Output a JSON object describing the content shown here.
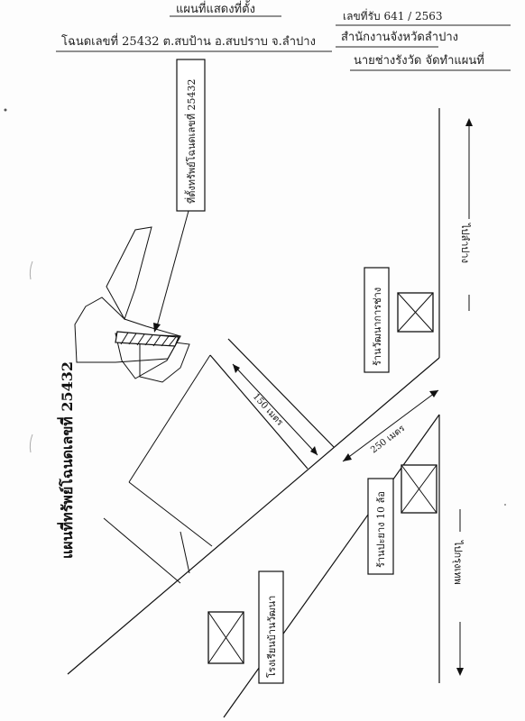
{
  "header": {
    "top_center": "แผนที่แสดงที่ตั้ง",
    "top_right": "เลขที่รับ 641 / 2563",
    "land_line": "โฉนดเลขที่ 25432 ต.สบป้าน อ.สบปราบ จ.ลำปาง",
    "office_line": "สำนักงานจังหวัดลำปาง",
    "officer_line": "นายช่างรังวัด จัดทำแผนที่"
  },
  "map": {
    "title": "แผนที่ทรัพย์โฉนดเลขที่ 25432",
    "callout": "ที่ตั้งทรัพย์โฉนดเลขที่ 25432",
    "to_lampang": "ไปลำปาง",
    "to_bangkok": "ไปกรุงเทพ",
    "dist_side_road": "150 เมตร",
    "dist_highway": "250 เมตร",
    "shop_1": "ร้านวัฒนาการช่าง",
    "shop_2": "ร้านปะยาง 10 ล้อ",
    "school": "โรงเรียนบ้านวัฒนา"
  },
  "colors": {
    "ink": "#111111",
    "paper": "#fdfdfd"
  }
}
